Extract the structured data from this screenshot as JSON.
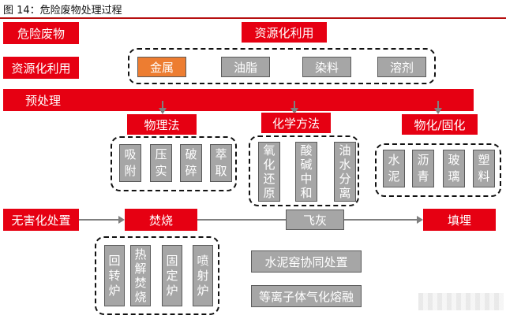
{
  "title": "图 14：危险废物处理过程",
  "left_labels": {
    "hazardous_waste": "危险废物",
    "resource_utilization": "资源化利用",
    "pretreatment": "预处理",
    "harmless_disposal": "无害化处置"
  },
  "resource_header": "资源化利用",
  "resource_items": [
    "金属",
    "油脂",
    "染料",
    "溶剂"
  ],
  "pretreatment_methods": {
    "physical": {
      "label": "物理法",
      "items": [
        [
          "吸",
          "附"
        ],
        [
          "压",
          "实"
        ],
        [
          "破",
          "碎"
        ],
        [
          "萃",
          "取"
        ]
      ]
    },
    "chemical": {
      "label": "化学方法",
      "items": [
        [
          "氧",
          "化",
          "还",
          "原"
        ],
        [
          "酸",
          "碱",
          "中",
          "和"
        ],
        [
          "油",
          "水",
          "分",
          "离"
        ]
      ]
    },
    "solidification": {
      "label": "物化/固化",
      "items": [
        [
          "水",
          "泥"
        ],
        [
          "沥",
          "青"
        ],
        [
          "玻",
          "璃"
        ],
        [
          "塑",
          "料"
        ]
      ]
    }
  },
  "disposal": {
    "incineration": "焚烧",
    "fly_ash": "飞灰",
    "landfill": "填埋"
  },
  "furnaces": [
    [
      "回",
      "转",
      "炉"
    ],
    [
      "热",
      "解",
      "焚",
      "烧"
    ],
    [
      "固",
      "定",
      "炉"
    ],
    [
      "喷",
      "射",
      "炉"
    ]
  ],
  "other_methods": [
    "水泥窑协同处置",
    "等离子体气化熔融"
  ]
}
